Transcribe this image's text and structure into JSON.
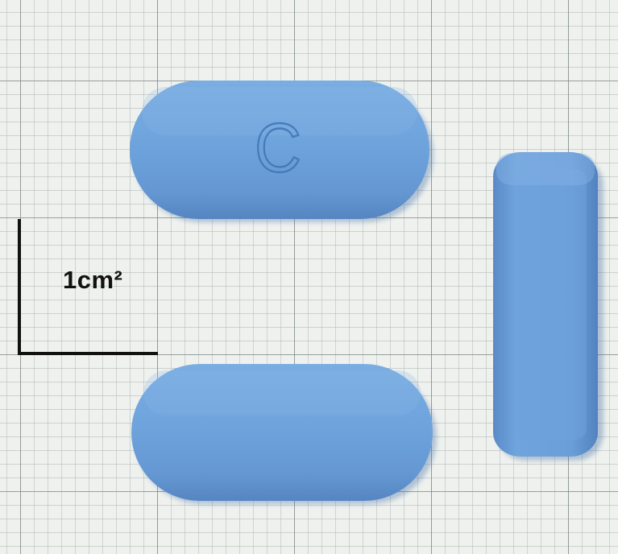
{
  "photo": {
    "background_color": "#eef1ee",
    "grid_minor_color": "#a9b3b1",
    "grid_major_color": "#7b8684",
    "tablet_color": "#6b9fd8",
    "tablet_shadow_color": "#4c79b3",
    "tablet_highlight_color": "#8cb8e8",
    "scale_bar_color": "#111111",
    "tablet_count": 3
  },
  "scale_bar": {
    "label": "1cm²"
  },
  "tablet": {
    "imprint": "C"
  }
}
